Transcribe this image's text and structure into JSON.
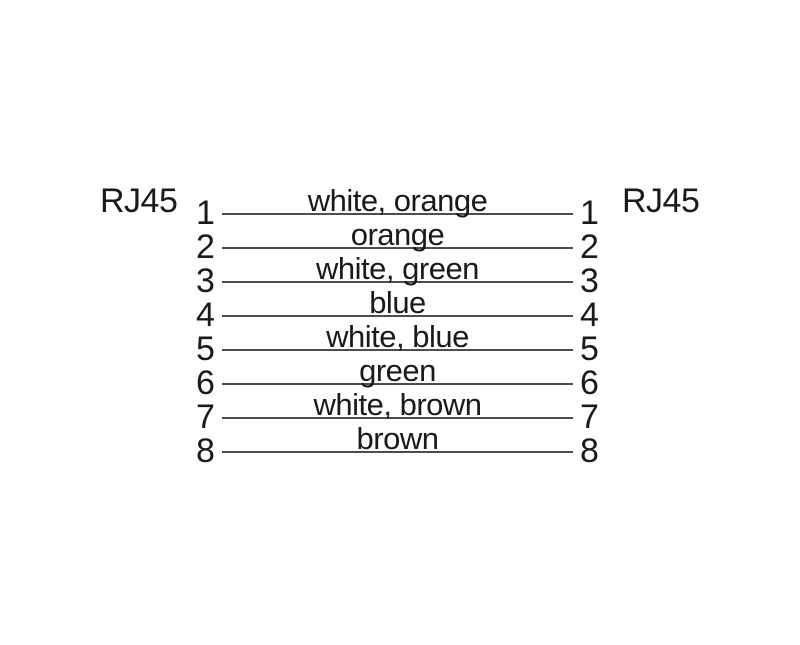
{
  "diagram": {
    "left_connector": {
      "label": "RJ45"
    },
    "right_connector": {
      "label": "RJ45"
    },
    "pins": [
      {
        "left_pin": "1",
        "wire_label": "white, orange",
        "right_pin": "1"
      },
      {
        "left_pin": "2",
        "wire_label": "orange",
        "right_pin": "2"
      },
      {
        "left_pin": "3",
        "wire_label": "white, green",
        "right_pin": "3"
      },
      {
        "left_pin": "4",
        "wire_label": "blue",
        "right_pin": "4"
      },
      {
        "left_pin": "5",
        "wire_label": "white, blue",
        "right_pin": "5"
      },
      {
        "left_pin": "6",
        "wire_label": "green",
        "right_pin": "6"
      },
      {
        "left_pin": "7",
        "wire_label": "white, brown",
        "right_pin": "7"
      },
      {
        "left_pin": "8",
        "wire_label": "brown",
        "right_pin": "8"
      }
    ],
    "colors": {
      "background": "#ffffff",
      "text": "#1a1a1a",
      "wire_line": "#4d4d4d"
    }
  }
}
